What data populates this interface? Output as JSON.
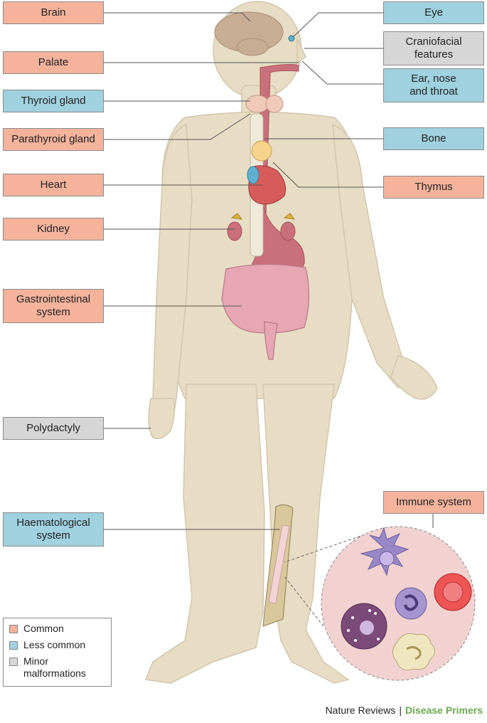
{
  "labels": {
    "brain": {
      "text": "Brain",
      "category": "common"
    },
    "palate": {
      "text": "Palate",
      "category": "common"
    },
    "thyroid": {
      "text": "Thyroid gland",
      "category": "less_common"
    },
    "parathyroid": {
      "text": "Parathyroid gland",
      "category": "common"
    },
    "heart": {
      "text": "Heart",
      "category": "common"
    },
    "kidney": {
      "text": "Kidney",
      "category": "common"
    },
    "gi": {
      "text": "Gastrointestinal\nsystem",
      "category": "common"
    },
    "polydactyly": {
      "text": "Polydactyly",
      "category": "minor_malformations"
    },
    "haematological": {
      "text": "Haematological\nsystem",
      "category": "less_common"
    },
    "eye": {
      "text": "Eye",
      "category": "less_common"
    },
    "craniofacial": {
      "text": "Craniofacial\nfeatures",
      "category": "minor_malformations"
    },
    "ent": {
      "text": "Ear, nose\nand throat",
      "category": "less_common"
    },
    "bone": {
      "text": "Bone",
      "category": "less_common"
    },
    "thymus": {
      "text": "Thymus",
      "category": "common"
    },
    "immune": {
      "text": "Immune system",
      "category": "common"
    }
  },
  "legend": {
    "common": "Common",
    "less_common": "Less common",
    "minor": "Minor\nmalformations"
  },
  "colors": {
    "common": "#f5b39c",
    "less_common": "#9fd1de",
    "minor_malformations": "#d6d6d6",
    "body": "#e7dcc4",
    "organ": "#c9707a",
    "credit_accent": "#6aa84f"
  },
  "credit": {
    "journal": "Nature Reviews",
    "separator": "|",
    "series": "Disease Primers"
  }
}
